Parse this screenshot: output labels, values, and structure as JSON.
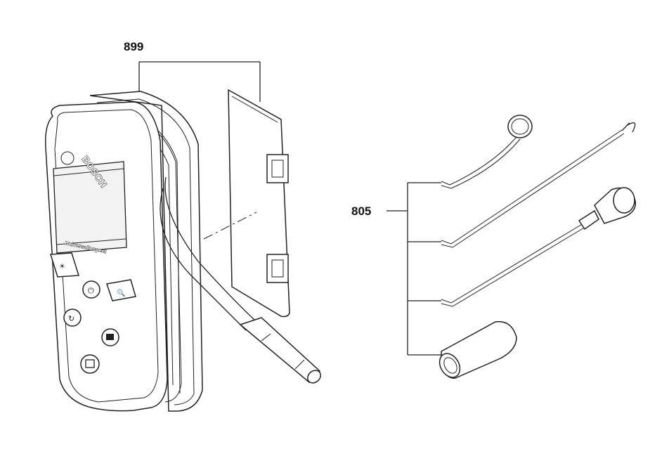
{
  "labels": {
    "device_set": "899",
    "accessory_set": "805"
  },
  "device": {
    "brand": "BOSCH",
    "model": "UniversalInspect"
  }
}
